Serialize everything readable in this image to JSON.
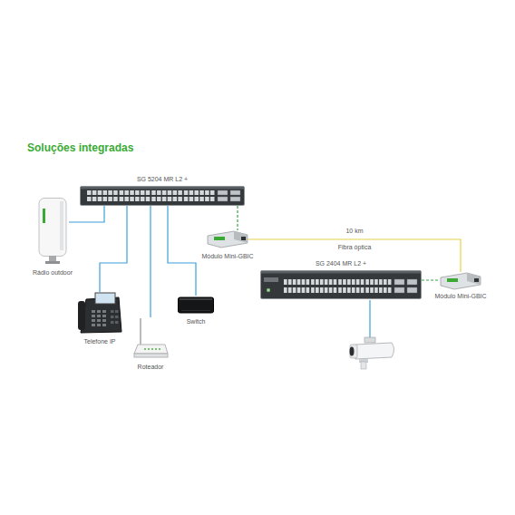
{
  "diagram": {
    "title": "Soluções integradas",
    "nodes": [
      {
        "text": [
          "SG 5204 MR L2 +"
        ]
      },
      {
        "text": [
          "Rádio outdoor"
        ]
      },
      {
        "text": [
          "Telefone IP"
        ]
      },
      {
        "text": [
          "Roteador"
        ]
      },
      {
        "text": [
          "Switch"
        ]
      },
      {
        "text": [
          "Módulo Mini-GBIC"
        ]
      },
      {
        "text": [
          "SG 2404 MR L2 +"
        ]
      },
      {
        "text": [
          "Módulo Mini-GBIC"
        ]
      }
    ],
    "edges": [
      {
        "from": 0,
        "to": 1,
        "arrow": "none"
      },
      {
        "from": 0,
        "to": 2,
        "arrow": "none"
      },
      {
        "from": 0,
        "to": 3,
        "arrow": "none"
      },
      {
        "from": 0,
        "to": 4,
        "arrow": "none"
      },
      {
        "from": 0,
        "to": 5,
        "arrow": "none"
      },
      {
        "from": 5,
        "to": 7,
        "label": "10 km",
        "arrow": "none"
      },
      {
        "from": 6,
        "to": 7,
        "arrow": "none"
      }
    ],
    "labels": [
      "Fibra óptica"
    ]
  }
}
